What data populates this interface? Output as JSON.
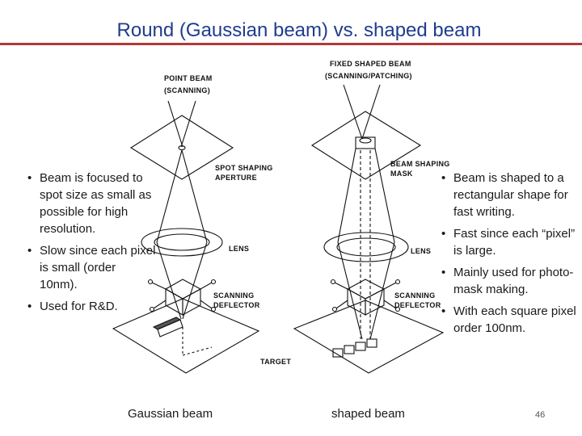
{
  "title": "Round (Gaussian beam)  vs. shaped beam",
  "left_bullets": [
    "Beam is focused to spot size as small as possible for high resolution.",
    "Slow since each pixel is small (order 10nm).",
    "Used for R&D."
  ],
  "right_bullets": [
    "Beam is shaped to a rectangular shape for fast writing.",
    "Fast since each “pixel” is large.",
    "Mainly used for photo-mask making.",
    "With each square pixel order 100nm."
  ],
  "captions": {
    "left": "Gaussian beam",
    "right": "shaped beam"
  },
  "page_number": "46",
  "diagram_labels": {
    "point_beam": "POINT BEAM",
    "scanning": "(SCANNING)",
    "spot_shaping": "SPOT SHAPING",
    "aperture": "APERTURE",
    "lens_left": "LENS",
    "scanning_left": "SCANNING",
    "deflector_left": "DEFLECTOR",
    "target": "TARGET",
    "fixed_shaped_beam": "FIXED SHAPED BEAM",
    "scanning_patching": "(SCANNING/PATCHING)",
    "beam_shaping": "BEAM SHAPING",
    "mask": "MASK",
    "lens_right": "LENS",
    "scanning_right": "SCANNING",
    "deflector_right": "DEFLECTOR"
  }
}
